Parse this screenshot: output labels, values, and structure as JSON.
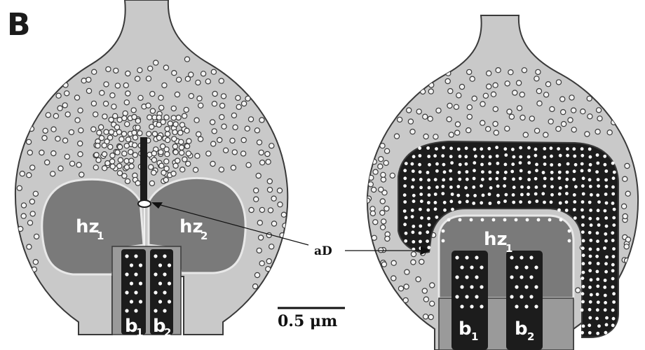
{
  "panel_letter": "B",
  "left_cell": {
    "zone_a": {
      "name": "hz",
      "sub": "1"
    },
    "zone_b": {
      "name": "hz",
      "sub": "2"
    },
    "bar_a": {
      "name": "b",
      "sub": "1"
    },
    "bar_b": {
      "name": "b",
      "sub": "2"
    }
  },
  "right_cell": {
    "zone_a": {
      "name": "hz",
      "sub": "1"
    },
    "bar_a": {
      "name": "b",
      "sub": "1"
    },
    "bar_b": {
      "name": "b",
      "sub": "2"
    }
  },
  "annotation": "aD",
  "scale_bar": "0.5 μm",
  "colors": {
    "cytoplasm": "#c9c9c9",
    "outline": "#3a3a3a",
    "zone": "#7a7a7a",
    "dark_mass": "#1c1c1c",
    "vesicle": "#ffffff"
  }
}
